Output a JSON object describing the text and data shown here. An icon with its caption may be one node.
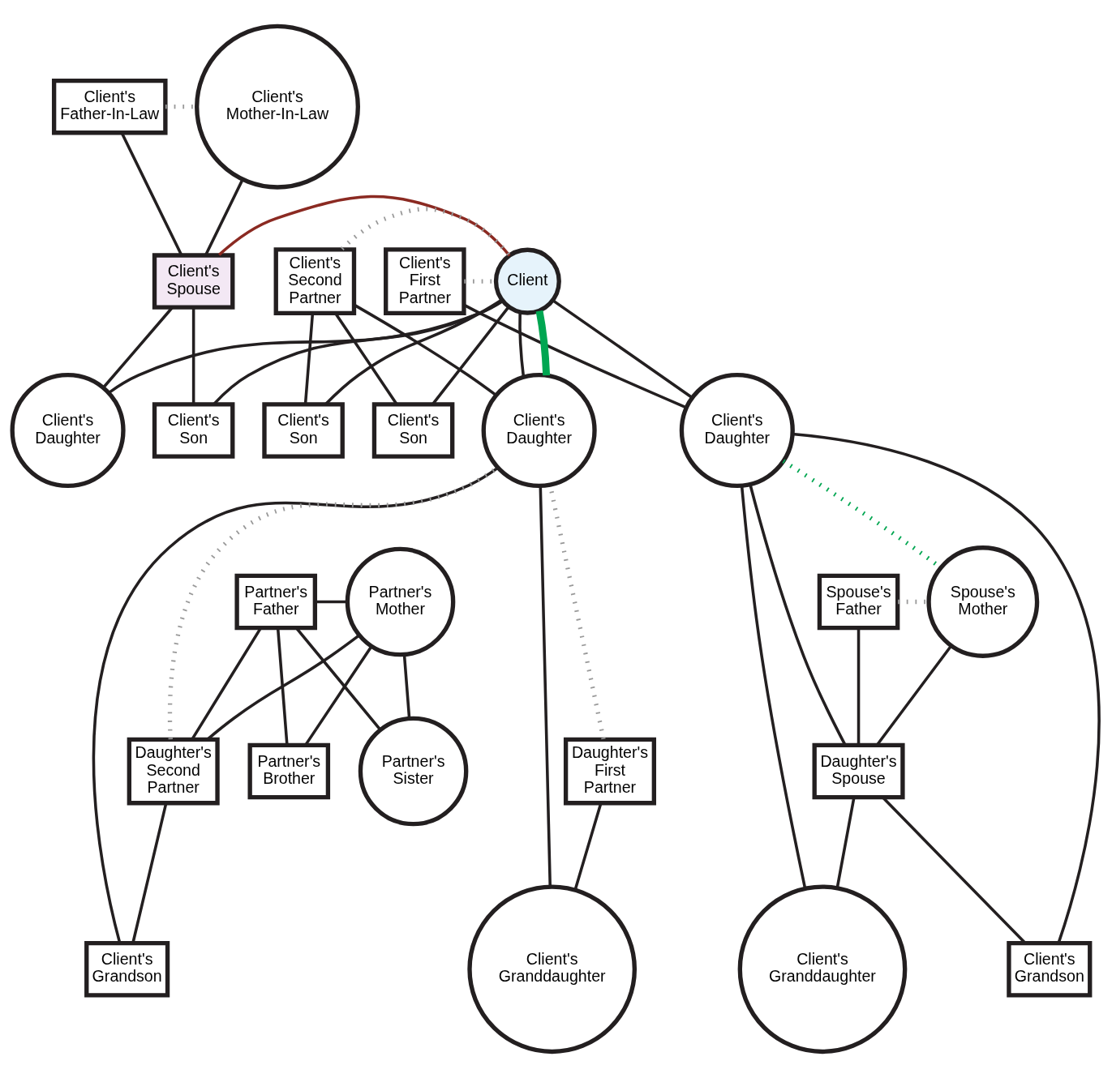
{
  "diagram": {
    "nodes": [
      {
        "text": [
          "Client's Father-In-Law"
        ]
      },
      {
        "text": [
          "Client's Mother-In-Law"
        ]
      },
      {
        "text": [
          "Client's Spouse"
        ]
      },
      {
        "text": [
          "Client's Second Partner"
        ]
      },
      {
        "text": [
          "Client's First Partner"
        ]
      },
      {
        "text": [
          "Client"
        ]
      },
      {
        "text": [
          "Client's Daughter"
        ]
      },
      {
        "text": [
          "Client's Son"
        ]
      },
      {
        "text": [
          "Client's Son"
        ]
      },
      {
        "text": [
          "Client's Daughter"
        ]
      },
      {
        "text": [
          "Client's Son"
        ]
      },
      {
        "text": [
          "Client's Daughter"
        ]
      },
      {
        "text": [
          "Partner's Father"
        ]
      },
      {
        "text": [
          "Partner's Mother"
        ]
      },
      {
        "text": [
          "Spouse's Father"
        ]
      },
      {
        "text": [
          "Spouse's Mother"
        ]
      },
      {
        "text": [
          "Partner's Brother"
        ]
      },
      {
        "text": [
          "Daughter's Second Partner"
        ]
      },
      {
        "text": [
          "Partner's Sister"
        ]
      },
      {
        "text": [
          "Daughter's First Partner"
        ]
      },
      {
        "text": [
          "Daughter's Spouse"
        ]
      },
      {
        "text": [
          "Client's Grandson"
        ]
      },
      {
        "text": [
          "Client's Granddaughter"
        ]
      },
      {
        "text": [
          "Client's Grandson"
        ]
      },
      {
        "text": [
          "Client's Granddaughter"
        ]
      }
    ],
    "edges": [
      {
        "from": 0,
        "to": 1,
        "arrow": "none",
        "style": "dashed",
        "color": "#999999"
      },
      {
        "from": 0,
        "to": 2,
        "arrow": "none"
      },
      {
        "from": 1,
        "to": 2,
        "arrow": "none"
      },
      {
        "from": 2,
        "to": 5,
        "arrow": "none",
        "color": "#8b2a22"
      },
      {
        "from": 2,
        "to": 6,
        "arrow": "none"
      },
      {
        "from": 5,
        "to": 6,
        "arrow": "none"
      },
      {
        "from": 2,
        "to": 7,
        "arrow": "none"
      },
      {
        "from": 5,
        "to": 7,
        "arrow": "none"
      },
      {
        "from": 3,
        "to": 5,
        "arrow": "none",
        "style": "dashed",
        "color": "#999999"
      },
      {
        "from": 3,
        "to": 8,
        "arrow": "none"
      },
      {
        "from": 5,
        "to": 8,
        "arrow": "none"
      },
      {
        "from": 3,
        "to": 9,
        "arrow": "none"
      },
      {
        "from": 5,
        "to": 9,
        "arrow": "none"
      },
      {
        "from": 3,
        "to": 10,
        "arrow": "none"
      },
      {
        "from": 5,
        "to": 10,
        "arrow": "none"
      },
      {
        "from": 4,
        "to": 5,
        "arrow": "none",
        "style": "dashed",
        "color": "#999999"
      },
      {
        "from": 4,
        "to": 11,
        "arrow": "none"
      },
      {
        "from": 5,
        "to": 11,
        "arrow": "none"
      },
      {
        "from": 5,
        "to": 9,
        "arrow": "none",
        "style": "thick",
        "color": "#00a651"
      },
      {
        "from": 11,
        "to": 15,
        "arrow": "none",
        "style": "dashed",
        "color": "#00a651"
      },
      {
        "from": 12,
        "to": 13,
        "arrow": "none"
      },
      {
        "from": 12,
        "to": 16,
        "arrow": "none"
      },
      {
        "from": 13,
        "to": 16,
        "arrow": "none"
      },
      {
        "from": 12,
        "to": 17,
        "arrow": "none"
      },
      {
        "from": 13,
        "to": 17,
        "arrow": "none"
      },
      {
        "from": 12,
        "to": 18,
        "arrow": "none"
      },
      {
        "from": 13,
        "to": 18,
        "arrow": "none"
      },
      {
        "from": 14,
        "to": 15,
        "arrow": "none",
        "style": "dashed",
        "color": "#999999"
      },
      {
        "from": 14,
        "to": 20,
        "arrow": "none"
      },
      {
        "from": 15,
        "to": 20,
        "arrow": "none"
      },
      {
        "from": 17,
        "to": 9,
        "arrow": "none",
        "style": "dashed",
        "color": "#999999"
      },
      {
        "from": 17,
        "to": 21,
        "arrow": "none"
      },
      {
        "from": 9,
        "to": 21,
        "arrow": "none"
      },
      {
        "from": 19,
        "to": 9,
        "arrow": "none",
        "style": "dashed",
        "color": "#999999"
      },
      {
        "from": 19,
        "to": 22,
        "arrow": "none"
      },
      {
        "from": 9,
        "to": 22,
        "arrow": "none"
      },
      {
        "from": 20,
        "to": 11,
        "arrow": "none"
      },
      {
        "from": 20,
        "to": 23,
        "arrow": "none"
      },
      {
        "from": 11,
        "to": 23,
        "arrow": "none"
      },
      {
        "from": 20,
        "to": 24,
        "arrow": "none"
      },
      {
        "from": 11,
        "to": 24,
        "arrow": "none"
      }
    ]
  }
}
